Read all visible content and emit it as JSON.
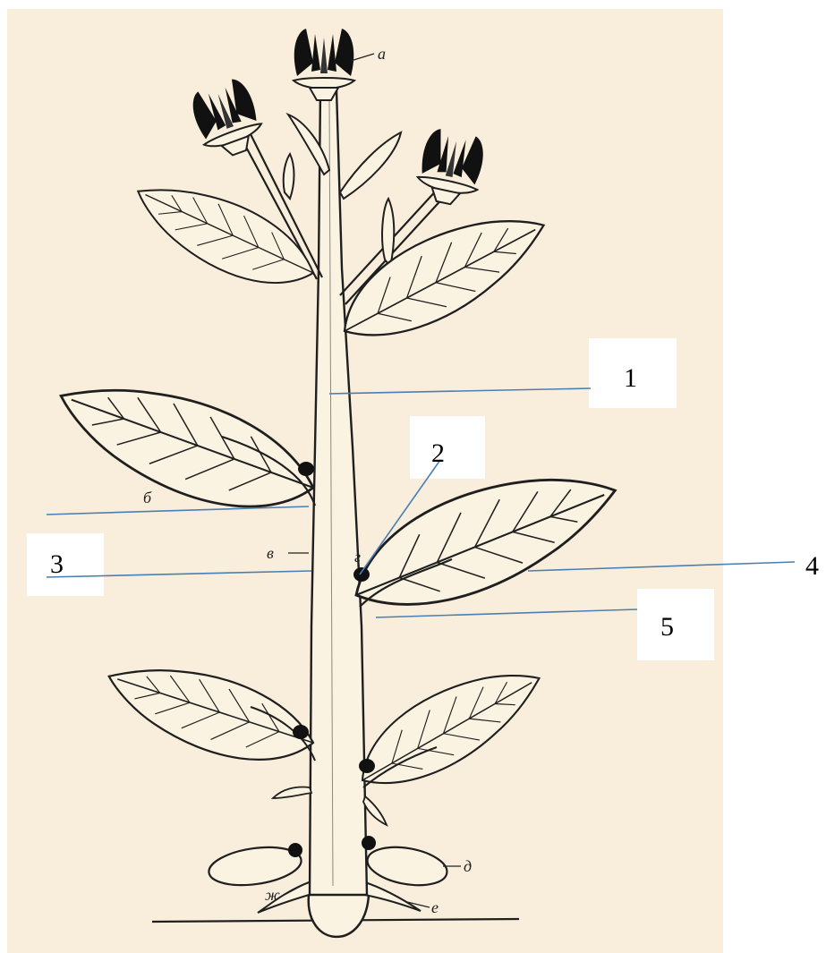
{
  "diagram": {
    "labels": [
      {
        "id": "1",
        "text": "1"
      },
      {
        "id": "2",
        "text": "2"
      },
      {
        "id": "3",
        "text": "3"
      },
      {
        "id": "4",
        "text": "4"
      },
      {
        "id": "5",
        "text": "5"
      }
    ],
    "sketch_letters": {
      "a": "а",
      "b": "б",
      "v": "в",
      "g": "г",
      "d": "д",
      "e": "е",
      "zh": "ж"
    },
    "colors": {
      "background": "#f8eedb",
      "ink": "#1f1f1f",
      "pointer": "#4a7fb5",
      "label_box": "#ffffff"
    }
  }
}
